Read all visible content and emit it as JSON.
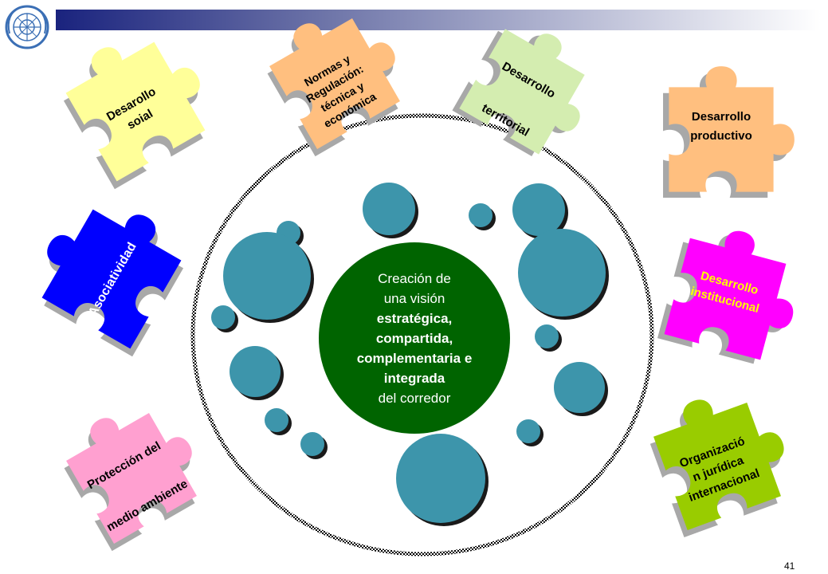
{
  "center": {
    "lines": [
      {
        "text": "Creación de",
        "bold": false
      },
      {
        "text": "una visión",
        "bold": false
      },
      {
        "text": "estratégica,",
        "bold": true
      },
      {
        "text": "compartida,",
        "bold": true
      },
      {
        "text": "complementaria e",
        "bold": true
      },
      {
        "text": "integrada",
        "bold": true
      },
      {
        "text": "del corredor",
        "bold": false
      }
    ],
    "fill": "#006400",
    "text_color": "#ffffff"
  },
  "puzzles": [
    {
      "id": "desarrollo-social",
      "lines": [
        "Desarollo",
        "soial"
      ],
      "fill": "#ffff99",
      "text_color": "#000000"
    },
    {
      "id": "normas-regulacion",
      "lines": [
        "Normas y",
        "Regulación:",
        "técnica y",
        "económica"
      ],
      "fill": "#ffbf7f",
      "text_color": "#000000"
    },
    {
      "id": "desarrollo-territorial",
      "lines": [
        "Desarrollo",
        "territorial"
      ],
      "fill": "#d4edb0",
      "text_color": "#000000"
    },
    {
      "id": "desarrollo-productivo",
      "lines": [
        "Desarrollo",
        "productivo"
      ],
      "fill": "#ffbf7f",
      "text_color": "#000000"
    },
    {
      "id": "asociatividad",
      "lines": [
        "Asociatividad"
      ],
      "fill": "#0000ff",
      "text_color": "#ffffff"
    },
    {
      "id": "desarrollo-institucional",
      "lines": [
        "Desarrollo",
        "institucional"
      ],
      "fill": "#ff00ff",
      "text_color": "#ffff00"
    },
    {
      "id": "proteccion-medio-ambiente",
      "lines": [
        "Protección del",
        "medio ambiente"
      ],
      "fill": "#ffa0d0",
      "text_color": "#000000"
    },
    {
      "id": "organizacion-juridica",
      "lines": [
        "Organizació",
        "n jurídica",
        "internacional"
      ],
      "fill": "#99cc00",
      "text_color": "#000000"
    }
  ],
  "colors": {
    "bubble": "#3d95ab",
    "banner": "#1a237e",
    "shadow": "#a8a8a8",
    "logo": "#3b6fb5"
  },
  "icons": {
    "logo": "un-emblem-icon"
  },
  "page_number": "41"
}
